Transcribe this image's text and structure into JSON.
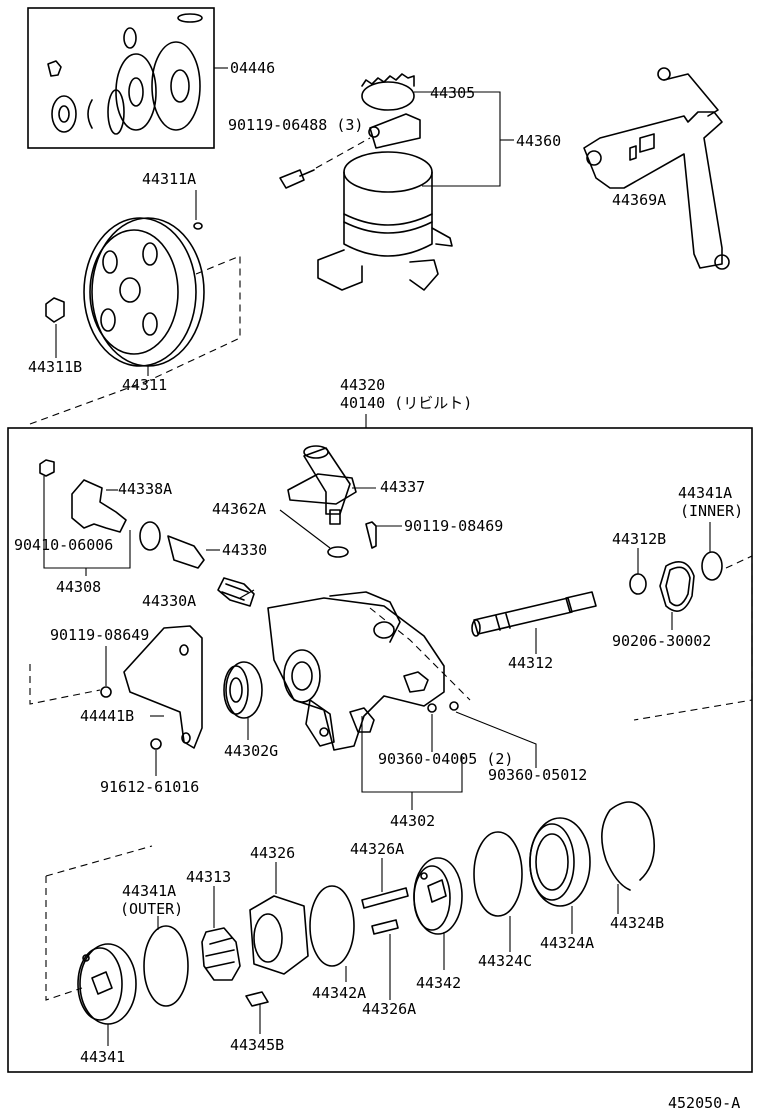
{
  "parts": {
    "p04446": "04446",
    "p44305": "44305",
    "p90119_06488": "90119-06488 (3)",
    "p44360": "44360",
    "p44369A": "44369A",
    "p44311A": "44311A",
    "p44311B": "44311B",
    "p44311": "44311",
    "p44320": "44320",
    "p40140": "40140 (リビルト)",
    "p44338A": "44338A",
    "p44337": "44337",
    "p44362A": "44362A",
    "p90119_08469": "90119-08469",
    "p44341A_inner": "44341A",
    "p_inner": "(INNER)",
    "p90410_06006": "90410-06006",
    "p44330": "44330",
    "p44312B": "44312B",
    "p44308": "44308",
    "p44330A": "44330A",
    "p90119_08649": "90119-08649",
    "p44312": "44312",
    "p90206_30002": "90206-30002",
    "p44441B": "44441B",
    "p44302G": "44302G",
    "p90360_04005": "90360-04005 (2)",
    "p90360_05012": "90360-05012",
    "p91612_61016": "91612-61016",
    "p44302": "44302",
    "p44326": "44326",
    "p44326A_top": "44326A",
    "p44341A_outer": "44341A",
    "p_outer": "(OUTER)",
    "p44313": "44313",
    "p44324B": "44324B",
    "p44324A": "44324A",
    "p44324C": "44324C",
    "p44342": "44342",
    "p44342A": "44342A",
    "p44326A_bottom": "44326A",
    "p44345B": "44345B",
    "p44341": "44341"
  },
  "footer": {
    "diagram_code": "452050-A"
  }
}
